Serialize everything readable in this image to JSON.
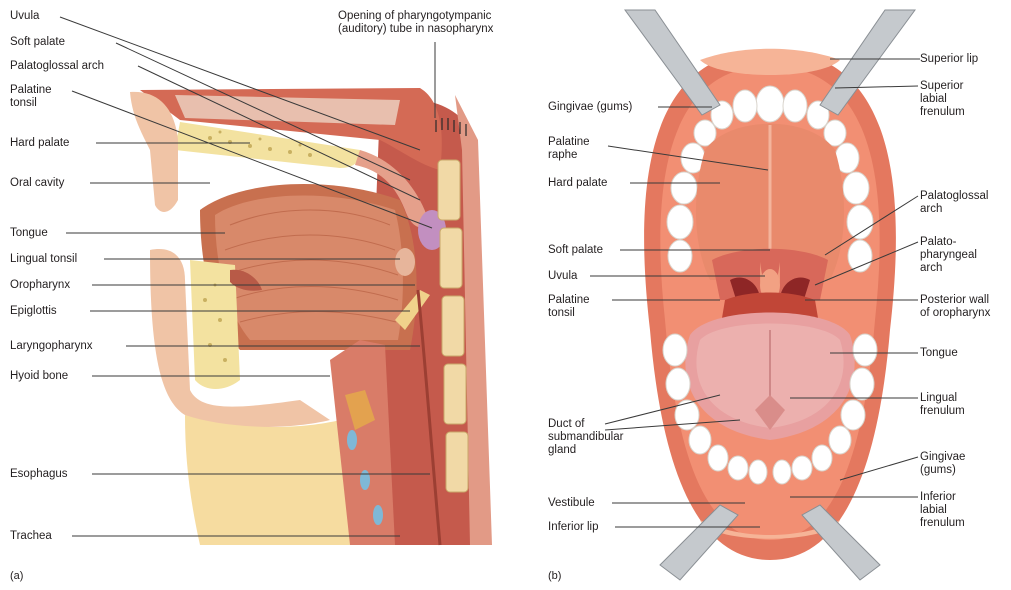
{
  "panel_a": {
    "letter": "(a)",
    "labels": {
      "uvula": "Uvula",
      "soft_palate": "Soft palate",
      "palatoglossal_arch": "Palatoglossal arch",
      "palatine_tonsil": [
        "Palatine",
        "tonsil"
      ],
      "hard_palate": "Hard palate",
      "oral_cavity": "Oral cavity",
      "tongue": "Tongue",
      "lingual_tonsil": "Lingual tonsil",
      "oropharynx": "Oropharynx",
      "epiglottis": "Epiglottis",
      "laryngopharynx": "Laryngopharynx",
      "hyoid_bone": "Hyoid bone",
      "esophagus": "Esophagus",
      "trachea": "Trachea",
      "pharyngotympanic": [
        "Opening of pharyngotympanic",
        "(auditory) tube in nasopharynx"
      ]
    }
  },
  "panel_b": {
    "letter": "(b)",
    "left_labels": {
      "gingivae": "Gingivae (gums)",
      "palatine_raphe": [
        "Palatine",
        "raphe"
      ],
      "hard_palate": "Hard palate",
      "soft_palate": "Soft palate",
      "uvula": "Uvula",
      "palatine_tonsil": [
        "Palatine",
        "tonsil"
      ],
      "duct": [
        "Duct of",
        "submandibular",
        "gland"
      ],
      "vestibule": "Vestibule",
      "inferior_lip": "Inferior lip"
    },
    "right_labels": {
      "superior_lip": "Superior lip",
      "superior_frenulum": [
        "Superior",
        "labial",
        "frenulum"
      ],
      "palatoglossal_arch": [
        "Palatoglossal",
        "arch"
      ],
      "palatopharyngeal_arch": [
        "Palato-",
        "pharyngeal",
        "arch"
      ],
      "posterior_wall": [
        "Posterior wall",
        "of oropharynx"
      ],
      "tongue": "Tongue",
      "lingual_frenulum": [
        "Lingual",
        "frenulum"
      ],
      "gingivae": [
        "Gingivae",
        "(gums)"
      ],
      "inferior_frenulum": [
        "Inferior",
        "labial",
        "frenulum"
      ]
    }
  }
}
